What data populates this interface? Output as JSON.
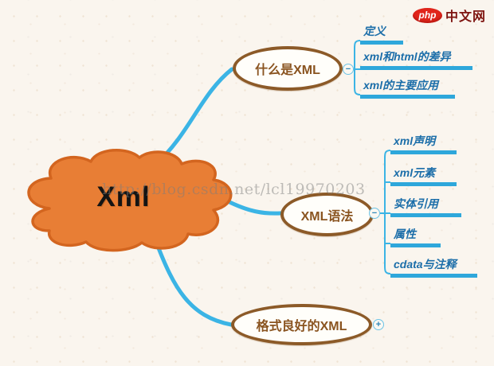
{
  "logo": {
    "badge": "php",
    "text": "中文网"
  },
  "watermark": "http://blog.csdn.net/lcl19970203",
  "mindmap": {
    "root": {
      "label": "Xml"
    },
    "branches": [
      {
        "label": "什么是XML",
        "toggle": "−",
        "children": [
          "定义",
          "xml和html的差异",
          "xml的主要应用"
        ]
      },
      {
        "label": "XML语法",
        "toggle": "−",
        "children": [
          "xml声明",
          "xml元素",
          "实体引用",
          "属性",
          "cdata与注释"
        ]
      },
      {
        "label": "格式良好的XML",
        "toggle": "+",
        "children": []
      }
    ]
  },
  "colors": {
    "background": "#faf5ee",
    "cloud_fill": "#e87e35",
    "cloud_border": "#d3651f",
    "branch_line": "#3bb4e5",
    "node_border": "#8c5a28",
    "node_text": "#8a5420",
    "leaf_text": "#1c6ea9",
    "leaf_underline": "#2ea7db",
    "logo_red": "#e1251b"
  }
}
